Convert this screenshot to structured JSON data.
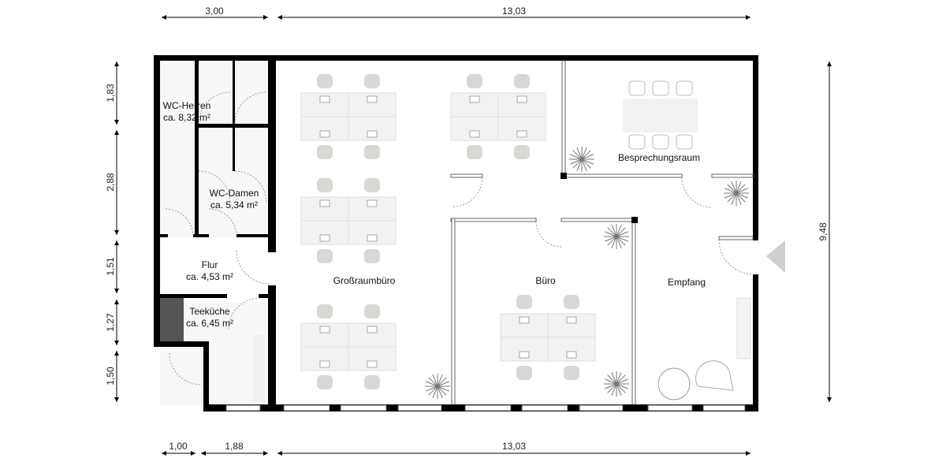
{
  "plan": {
    "rooms": [
      {
        "name": "WC-Herren",
        "area": "ca. 8,32 m²"
      },
      {
        "name": "WC-Damen",
        "area": "ca. 5,34 m²"
      },
      {
        "name": "Flur",
        "area": "ca. 4,53 m²"
      },
      {
        "name": "Teeküche",
        "area": "ca. 6,45 m²"
      },
      {
        "name": "Großraumbüro"
      },
      {
        "name": "Büro"
      },
      {
        "name": "Besprechungsraum"
      },
      {
        "name": "Empfang"
      }
    ],
    "dimensions": {
      "top": [
        "3,00",
        "13,03"
      ],
      "bottom": [
        "1,00",
        "1,88",
        "13,03"
      ],
      "left": [
        "1,83",
        "2,88",
        "1,51",
        "1,27",
        "1,50"
      ],
      "right": [
        "9,48"
      ]
    },
    "colors": {
      "wall": "#000000",
      "furniture": "#d9d7d2",
      "tile": "#f7f7f7",
      "entrance_marker": "#cfcfc9"
    }
  }
}
